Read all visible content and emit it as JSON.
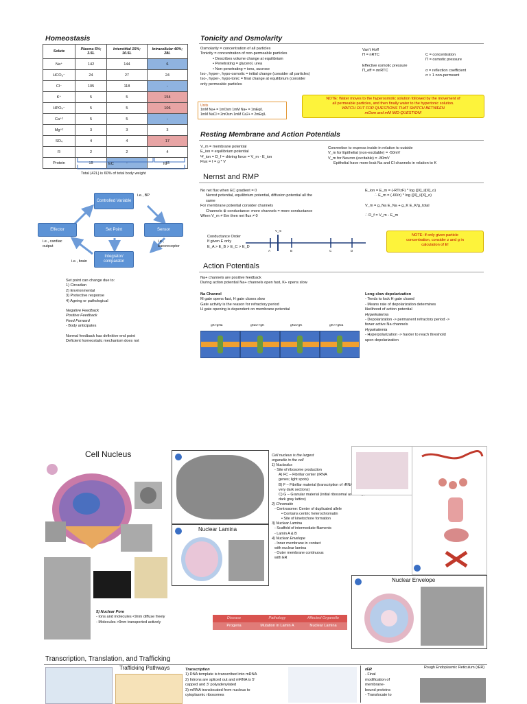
{
  "homeostasis": {
    "title": "Homeostasis",
    "table": {
      "headers": [
        "Solute",
        "Plasma 5%; 3.5L",
        "Interstitial 15%; 10.5L",
        "Intracellular 40%; 28L"
      ],
      "rows": [
        [
          "Na⁺",
          "142",
          "144",
          "6"
        ],
        [
          "HCO₃⁻",
          "24",
          "27",
          "24"
        ],
        [
          "Cl⁻",
          "105",
          "118",
          "-"
        ],
        [
          "K⁺",
          "5",
          "5",
          "154"
        ],
        [
          "HPO₄⁻",
          "5",
          "5",
          "106"
        ],
        [
          "Ca⁺²",
          "5",
          "5",
          "-"
        ],
        [
          "Mg⁺²",
          "3",
          "3",
          "3"
        ],
        [
          "SO₄",
          "4",
          "4",
          "17"
        ],
        [
          "R",
          "2",
          "2",
          "4"
        ],
        [
          "Protein",
          "15",
          "-",
          "15"
        ]
      ],
      "ec_label": "EC",
      "ic_label": "IC",
      "total_note": "Total (42L) is 60% of total body weight"
    },
    "flow": {
      "controlled": "Controlled Variable",
      "controlled_note": "i.e., BP",
      "effector": "Effector",
      "setpoint": "Set Point",
      "sensor": "Sensor",
      "integrator": "Integrator/ comparator",
      "effector_note": "i.e., cardiac output",
      "sensor_note": "i.e., baroreceptor",
      "brain_note": "i.e., brain"
    },
    "setpoint_heading": "Set point can change due to:",
    "setpoint_items": [
      "1)    Circadian",
      "2)    Environmental",
      "3)    Protective response",
      "4)    Ageing or pathological"
    ],
    "feedback_lines": [
      "Negative Feedback",
      "Positive Feedback",
      "Feed Forward",
      "-   Body anticipates"
    ],
    "normal_lines": [
      "Normal feedback has definitive end point",
      "Deficient homeostatic mechanism does not"
    ]
  },
  "tonicity": {
    "title": "Tonicity and Osmolarity",
    "lines": [
      "Osmolarity = concentration of all particles",
      "Tonicity = concentration of non-permeable particles",
      "•    Describes volume change at equilibrium",
      "•    Penetrating = glycerol, urea",
      "•    Non-penetrating = ions, sucrose",
      "Iso-, hyper-, hypo-osmotic = initial change (consider all particles)",
      "Iso-, hyper-, hypo-tonic = final change at equilibrium (consider",
      "only permeable particles"
    ],
    "vant_hoff": [
      "Van't Hoff",
      "Π = nRTC",
      "",
      "Effective osmotic pressure",
      "Π_eff = σnRTC"
    ],
    "legend": [
      "C = concentration",
      "Π = osmotic pressure",
      "",
      "σ = reflection coefficient",
      "σ > 1 non-permeant"
    ],
    "units": [
      "Units",
      "1mM Na+ = 1mOsm        1mM Na+ = 1mEq/L",
      "1mM NaCl = 2mOsm      1mM Ca2+ = 2mEq/L"
    ],
    "note_lines": [
      "NOTE: Water moves to the hyperosmotic solution followed by the movement of",
      "all permeable particles, and then finally water to the hypertonic solution.",
      "WATCH OUT FOR QUESTIONS THAT SWITCH BETWEEN",
      "mOsm and mM MID-QUESTION!"
    ]
  },
  "resting": {
    "title": "Resting Membrane and Action Potentials",
    "defs": [
      "V_m = membrane potential",
      "E_ion = equilibrium potential",
      "Ψ_ion = D_f = driving force = V_m - E_ion",
      "Flux = I = g * V"
    ],
    "convention": [
      "Convention to express inside in relation to outside",
      "V_m for Epithelial (non-excitable) = -50mV",
      "V_m for Neuron (excitable) = -80mV",
      "Epithelial have more leak Na and Cl channels in relation to K"
    ],
    "nernst_title": "Nernst and RMP",
    "nernst_lines": [
      "No net flux when EC gradient = 0",
      "Nernst potential, equilibrium potential, diffusion potential all the",
      "same",
      "For membrane potential consider channels",
      "Channels ⊕ conductance: more channels = more conductance",
      "When V_m ≠ Em then net flux ≠ 0"
    ],
    "equations": [
      "E_ion = E_m = (-RT/zF) * log ([X]_i/[X]_o)",
      "∴ E_m = (-60/z) * log ([X]_i/[X]_o)",
      "",
      "V_m = g_Na E_Na + g_K E_K/g_total",
      "",
      "∴ D_f = V_m - E_m"
    ],
    "conductance": [
      "Conductance Order",
      "If given E only",
      "E_A > E_B > E_C > E_D"
    ],
    "axis_labels": [
      "A",
      "B",
      "V_m",
      "C",
      "D"
    ],
    "note2": [
      "NOTE: If only given particle",
      "concentration, consider z and g in",
      "calculation of E!"
    ],
    "ap_title": "Action Potentials",
    "ap_lines": [
      "Na+ channels are positive feedback",
      "During action potential Na+ channels open fast, K+ opens slow"
    ],
    "na_channel": [
      "Na Channel",
      "M gate opens fast, H gate closes slow",
      "Gate activity is the reason for refractory period",
      "H gate opening is dependent on membrane potential"
    ],
    "long_slow": [
      "Long slow depolarization",
      "-   Tends to lock H gate closed",
      "-   Means rate of depolarization determines",
      "    likelihood of action potential",
      "Hyperkalemia",
      "-   Depolarization -> permanent refractory period ->",
      "    fewer active Na channels",
      "Hypokalemia",
      "-   Hyperpolarization -> harder to reach threshold",
      "    upon depolarization"
    ],
    "channel_labels": [
      "gK>gNa",
      "gNa>>gK",
      "gNa>gK",
      "gK>>gNa"
    ]
  },
  "nucleus": {
    "title": "Cell Nucleus",
    "text": [
      "Cell nucleus is the largest",
      "organelle in the cell",
      "1) Nucleolus",
      "-   Site of ribosome production",
      "A)  FC – Fibrillar center (rRNA",
      "     genes; light spots)",
      "B)  F – Fibrillar material (transcription of rRNA genes;",
      "     very dark sections)",
      "C)  G – Granular material (initial ribosomal assembly;",
      "     dark gray lattice)",
      "2) Chromatin",
      "-   Centrosome: Center of duplicated allele",
      "•   Contains centric heterochromatin",
      "•   Site of kinetochore formation",
      "3) Nuclear Lamina",
      "-   Scaffold of intermediate filaments",
      "-   Lamin A & B",
      "4) Nuclear Envelope",
      "-   Inner membrane in contact",
      "    with nuclear lamina",
      "-   Outer membrane continuous",
      "    with ER"
    ],
    "lamina_title": "Nuclear Lamina",
    "envelope_title": "Nuclear Envelope",
    "pore": [
      "5) Nuclear Pore",
      "-   Ions and molecules <9nm diffuse freely",
      "-   Molecules >9nm transported actively"
    ],
    "disease_headers": [
      "Disease",
      "Pathology",
      "Affected Organelle"
    ],
    "disease_row": [
      "Progeria",
      "Mutation in Lamin A",
      "Nuclear Lamina"
    ]
  },
  "trafficking": {
    "title": "Transcription, Translation, and Trafficking",
    "pathways_title": "Trafficking Pathways",
    "transcription": [
      "Transcription",
      "1) DNA template is transcribed into mRNA",
      "2) Introns are spliced out and mRNA is 5'",
      "    capped and 3' polyadenylated",
      "3) mRNA translocated from nucleus to",
      "    cytoplasmic ribosomes"
    ],
    "rer": [
      "rER",
      "-   Final",
      "    modification of",
      "    membrane-",
      "    bound proteins",
      "-   Translocate to"
    ],
    "rer_label": "Rough Endoplasmic Reticulum (rER)"
  }
}
